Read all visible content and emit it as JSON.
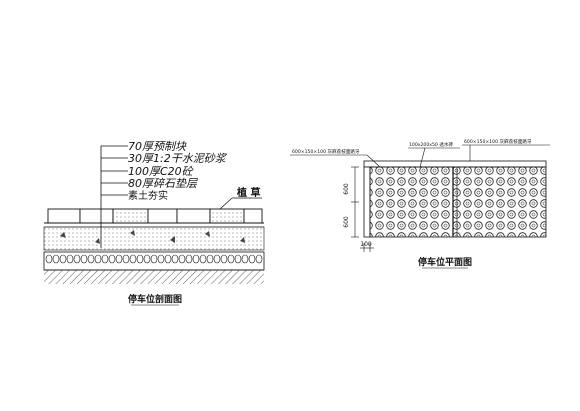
{
  "section": {
    "title": "停车位剖面图",
    "layers": [
      "70厚预制块",
      "30厚1:2干水泥砂浆",
      "100厚C20砼",
      "80厚碎石垫层",
      "素土夯实"
    ],
    "grass_label": "植 草"
  },
  "plan": {
    "title": "停车位平面图",
    "callouts": [
      "600×150×100  灰麻荔枝面路牙",
      "100x200x50  透水砖",
      "600×150×100  灰麻荔枝面路牙"
    ],
    "dims": [
      "600",
      "600",
      "100"
    ]
  },
  "colors": {
    "line": "#111111",
    "hatch": "#333333"
  }
}
